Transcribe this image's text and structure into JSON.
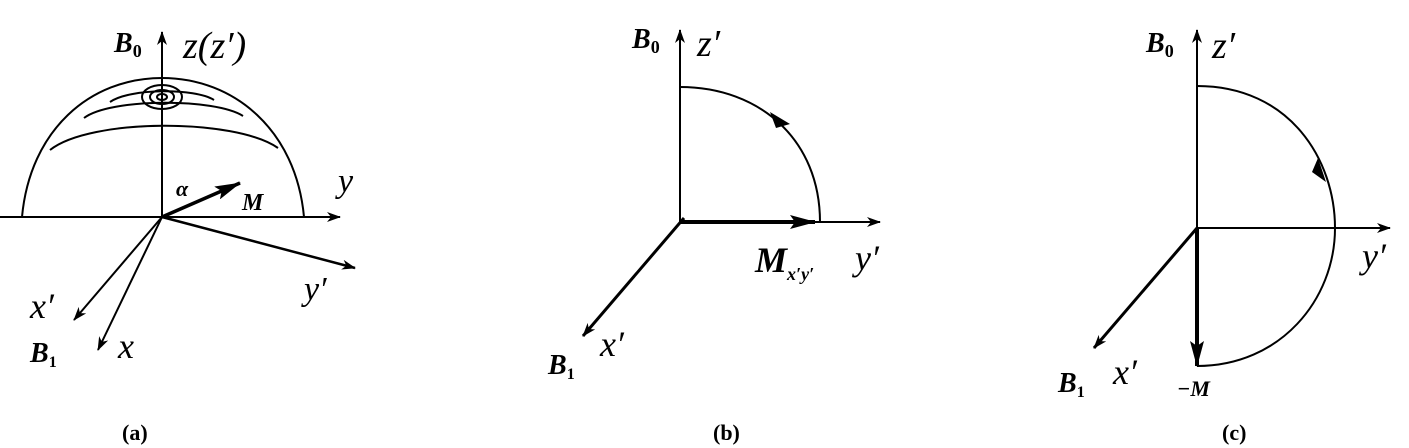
{
  "panels": [
    {
      "id": "a",
      "caption": "(a)",
      "B0": "B",
      "B0_sub": "0",
      "z_axis": "z(z′)",
      "y_axis": "y",
      "y_prime_axis": "y′",
      "x_axis": "x",
      "x_prime_axis": "x′",
      "B1": "B",
      "B1_sub": "1",
      "angle": "α",
      "vector": "M"
    },
    {
      "id": "b",
      "caption": "(b)",
      "B0": "B",
      "B0_sub": "0",
      "z_prime_axis": "z′",
      "y_prime_axis": "y′",
      "x_prime_axis": "x′",
      "B1": "B",
      "B1_sub": "1",
      "vector": "M",
      "vector_sub": "x′y′"
    },
    {
      "id": "c",
      "caption": "(c)",
      "B0": "B",
      "B0_sub": "0",
      "z_prime_axis": "z′",
      "y_prime_axis": "y′",
      "x_prime_axis": "x′",
      "B1": "B",
      "B1_sub": "1",
      "vector": "−M"
    }
  ]
}
